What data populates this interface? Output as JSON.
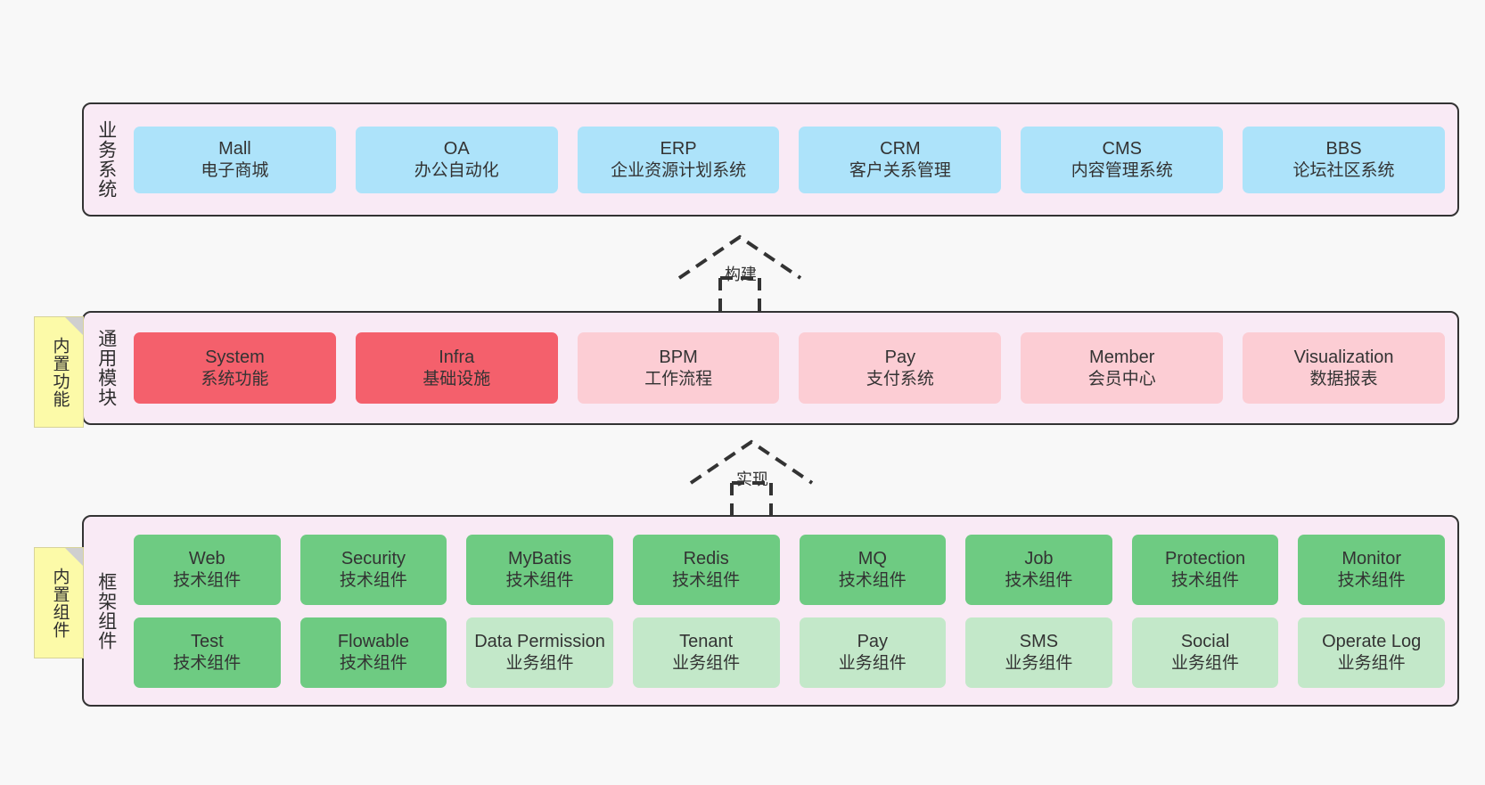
{
  "diagram": {
    "background_color": "#f8f8f8",
    "panel_color": "#f9eaf5",
    "border_color": "#333333"
  },
  "notes": [
    {
      "id": "builtin-function",
      "text": "内置功能",
      "color": "#fcfaa8"
    },
    {
      "id": "builtin-component",
      "text": "内置组件",
      "color": "#fcfaa8"
    }
  ],
  "connectors": [
    {
      "id": "build",
      "label": "构建",
      "style": "dashed-generalization"
    },
    {
      "id": "implement",
      "label": "实现",
      "style": "dashed-generalization"
    }
  ],
  "layers": [
    {
      "id": "business-system",
      "title": "业务系统",
      "rows": [
        {
          "boxes": [
            {
              "title": "Mall",
              "subtitle": "电子商城",
              "color": "#ade3fa",
              "tone": "blue"
            },
            {
              "title": "OA",
              "subtitle": "办公自动化",
              "color": "#ade3fa",
              "tone": "blue"
            },
            {
              "title": "ERP",
              "subtitle": "企业资源计划系统",
              "color": "#ade3fa",
              "tone": "blue"
            },
            {
              "title": "CRM",
              "subtitle": "客户关系管理",
              "color": "#ade3fa",
              "tone": "blue"
            },
            {
              "title": "CMS",
              "subtitle": "内容管理系统",
              "color": "#ade3fa",
              "tone": "blue"
            },
            {
              "title": "BBS",
              "subtitle": "论坛社区系统",
              "color": "#ade3fa",
              "tone": "blue"
            }
          ]
        }
      ]
    },
    {
      "id": "common-module",
      "title": "通用模块",
      "rows": [
        {
          "boxes": [
            {
              "title": "System",
              "subtitle": "系统功能",
              "color": "#f4606c",
              "tone": "red"
            },
            {
              "title": "Infra",
              "subtitle": "基础设施",
              "color": "#f4606c",
              "tone": "red"
            },
            {
              "title": "BPM",
              "subtitle": "工作流程",
              "color": "#fccdd4",
              "tone": "pink"
            },
            {
              "title": "Pay",
              "subtitle": "支付系统",
              "color": "#fccdd4",
              "tone": "pink"
            },
            {
              "title": "Member",
              "subtitle": "会员中心",
              "color": "#fccdd4",
              "tone": "pink"
            },
            {
              "title": "Visualization",
              "subtitle": "数据报表",
              "color": "#fccdd4",
              "tone": "pink"
            }
          ]
        }
      ]
    },
    {
      "id": "framework-component",
      "title": "框架组件",
      "rows": [
        {
          "boxes": [
            {
              "title": "Web",
              "subtitle": "技术组件",
              "color": "#6ecb82",
              "tone": "green"
            },
            {
              "title": "Security",
              "subtitle": "技术组件",
              "color": "#6ecb82",
              "tone": "green"
            },
            {
              "title": "MyBatis",
              "subtitle": "技术组件",
              "color": "#6ecb82",
              "tone": "green"
            },
            {
              "title": "Redis",
              "subtitle": "技术组件",
              "color": "#6ecb82",
              "tone": "green"
            },
            {
              "title": "MQ",
              "subtitle": "技术组件",
              "color": "#6ecb82",
              "tone": "green"
            },
            {
              "title": "Job",
              "subtitle": "技术组件",
              "color": "#6ecb82",
              "tone": "green"
            },
            {
              "title": "Protection",
              "subtitle": "技术组件",
              "color": "#6ecb82",
              "tone": "green"
            },
            {
              "title": "Monitor",
              "subtitle": "技术组件",
              "color": "#6ecb82",
              "tone": "green"
            }
          ]
        },
        {
          "boxes": [
            {
              "title": "Test",
              "subtitle": "技术组件",
              "color": "#6ecb82",
              "tone": "green"
            },
            {
              "title": "Flowable",
              "subtitle": "技术组件",
              "color": "#6ecb82",
              "tone": "green"
            },
            {
              "title": "Data Permission",
              "subtitle": "业务组件",
              "color": "#c3e8c9",
              "tone": "lightgreen"
            },
            {
              "title": "Tenant",
              "subtitle": "业务组件",
              "color": "#c3e8c9",
              "tone": "lightgreen"
            },
            {
              "title": "Pay",
              "subtitle": "业务组件",
              "color": "#c3e8c9",
              "tone": "lightgreen"
            },
            {
              "title": "SMS",
              "subtitle": "业务组件",
              "color": "#c3e8c9",
              "tone": "lightgreen"
            },
            {
              "title": "Social",
              "subtitle": "业务组件",
              "color": "#c3e8c9",
              "tone": "lightgreen"
            },
            {
              "title": "Operate Log",
              "subtitle": "业务组件",
              "color": "#c3e8c9",
              "tone": "lightgreen"
            }
          ]
        }
      ]
    }
  ]
}
